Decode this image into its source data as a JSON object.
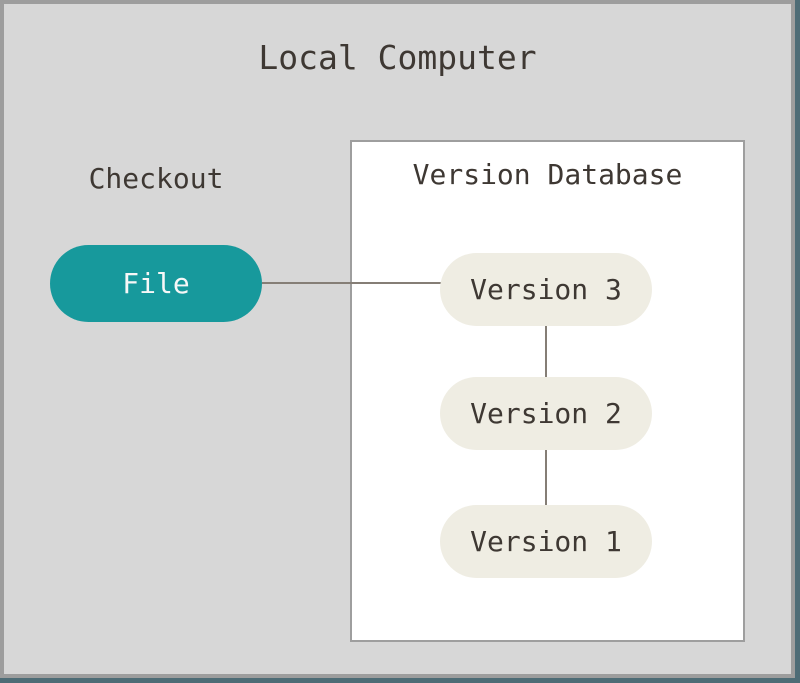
{
  "diagram": {
    "title": "Local Computer",
    "checkout": {
      "label": "Checkout",
      "file_node": "File"
    },
    "database": {
      "title": "Version Database",
      "versions": [
        "Version 3",
        "Version 2",
        "Version 1"
      ]
    },
    "colors": {
      "teal": "#17999c",
      "pill_bg": "#efede3",
      "text_dark": "#3e3833",
      "frame_border": "#9d9d9d",
      "canvas_bg": "#d7d7d7",
      "outer_edge": "#4e6c76",
      "connector": "#857e76"
    }
  }
}
